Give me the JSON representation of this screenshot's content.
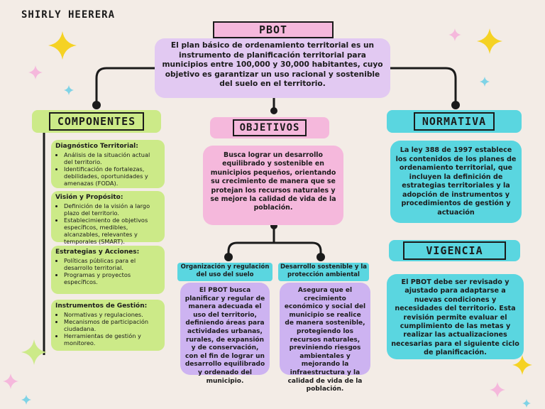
{
  "author": "SHIRLY HEERERA",
  "pbot": {
    "title": "PBOT",
    "text": "El plan básico de ordenamiento territorial es un instrumento de planificación territorial para municipios entre 100,000 y 30,000 habitantes, cuyo objetivo es garantizar un uso racional y sostenible del suelo en el territorio."
  },
  "componentes": {
    "title": "COMPONENTES",
    "cards": [
      {
        "heading": "Diagnóstico Territorial:",
        "items": [
          "Análisis de la situación actual del territorio.",
          "Identificación de fortalezas, debilidades, oportunidades y amenazas (FODA)."
        ]
      },
      {
        "heading": "Visión y Propósito:",
        "items": [
          "Definición de la visión a largo plazo del territorio.",
          "Establecimiento de objetivos específicos, medibles, alcanzables, relevantes y temporales (SMART)."
        ]
      },
      {
        "heading": "Estrategias y Acciones:",
        "items": [
          "Políticas públicas para el desarrollo territorial.",
          "Programas y proyectos específicos."
        ]
      },
      {
        "heading": "Instrumentos de Gestión:",
        "items": [
          "Normativas y regulaciones.",
          "Mecanismos de participación ciudadana.",
          "Herramientas de gestión y monitoreo."
        ]
      }
    ]
  },
  "objetivos": {
    "title": "OBJETIVOS",
    "text": "Busca lograr un desarrollo equilibrado y sostenible en municipios pequeños, orientando su crecimiento de manera que se protejan los recursos naturales y se mejore la calidad de vida de la población.",
    "organizacion": {
      "title": "Organización y regulación del uso del suelo",
      "text": "El PBOT busca planificar y regular de manera adecuada el uso del territorio, definiendo áreas para actividades urbanas, rurales, de expansión y de conservación, con el fin de lograr un desarrollo equilibrado y ordenado del municipio."
    },
    "desarrollo": {
      "title": "Desarrollo sostenible y la protección ambiental",
      "text": "Asegura que el crecimiento económico y social del municipio se realice de manera sostenible, protegiendo los recursos naturales, previniendo riesgos ambientales y mejorando la infraestructura y la calidad de vida de la población."
    }
  },
  "normativa": {
    "title": "NORMATIVA",
    "text": "La ley 388 de 1997 establece los contenidos de los planes de ordenamiento territorial, que incluyen la definición de estrategias territoriales y la adopción de instrumentos y procedimientos de gestión y actuación"
  },
  "vigencia": {
    "title": "VIGENCIA",
    "text": "El PBOT debe ser revisado y ajustado para adaptarse a nuevas condiciones y necesidades del territorio. Esta revisión permite evaluar el cumplimiento de las metas y realizar las actualizaciones necesarias para el siguiente ciclo de planificación."
  },
  "colors": {
    "pink": "#f5b8dc",
    "lavender": "#e2c9f2",
    "green": "#ccea88",
    "cyan": "#5ad6e0",
    "purple": "#cdb3f1",
    "background": "#f3ece6"
  },
  "decorations": [
    "sparkle-yellow-icon",
    "sparkle-pink-icon",
    "sparkle-blue-icon",
    "sparkle-green-icon"
  ]
}
